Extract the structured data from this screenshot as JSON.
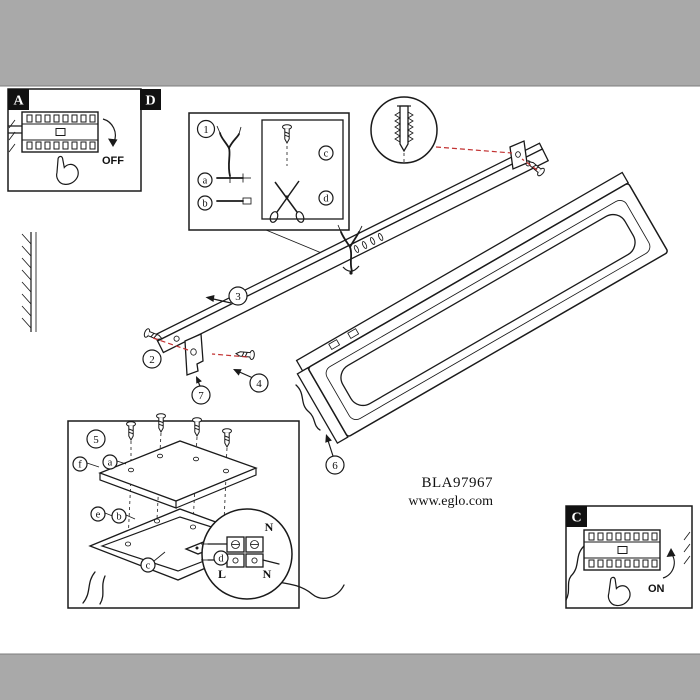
{
  "page": {
    "product_code": "BLA97967",
    "website": "www.eglo.com"
  },
  "panel_a": {
    "label": "A",
    "state": "OFF"
  },
  "panel_c": {
    "label": "C",
    "state": "ON"
  },
  "panel_d": {
    "label": "D"
  },
  "steps": {
    "s1": "1",
    "s2": "2",
    "s3": "3",
    "s4": "4",
    "s5": "5",
    "s6": "6",
    "s7": "7"
  },
  "tool_items": {
    "a": "a",
    "b": "b",
    "c": "c",
    "d": "d"
  },
  "assembly_items": {
    "a": "a",
    "b": "b",
    "c": "c",
    "d": "d",
    "e": "e",
    "f": "f"
  },
  "terminal": {
    "top": "N",
    "left": "L",
    "right": "N"
  },
  "colors": {
    "frame_gray": "#a9a9a9",
    "ink": "#1a1a1a",
    "accent_red": "#c23232"
  }
}
